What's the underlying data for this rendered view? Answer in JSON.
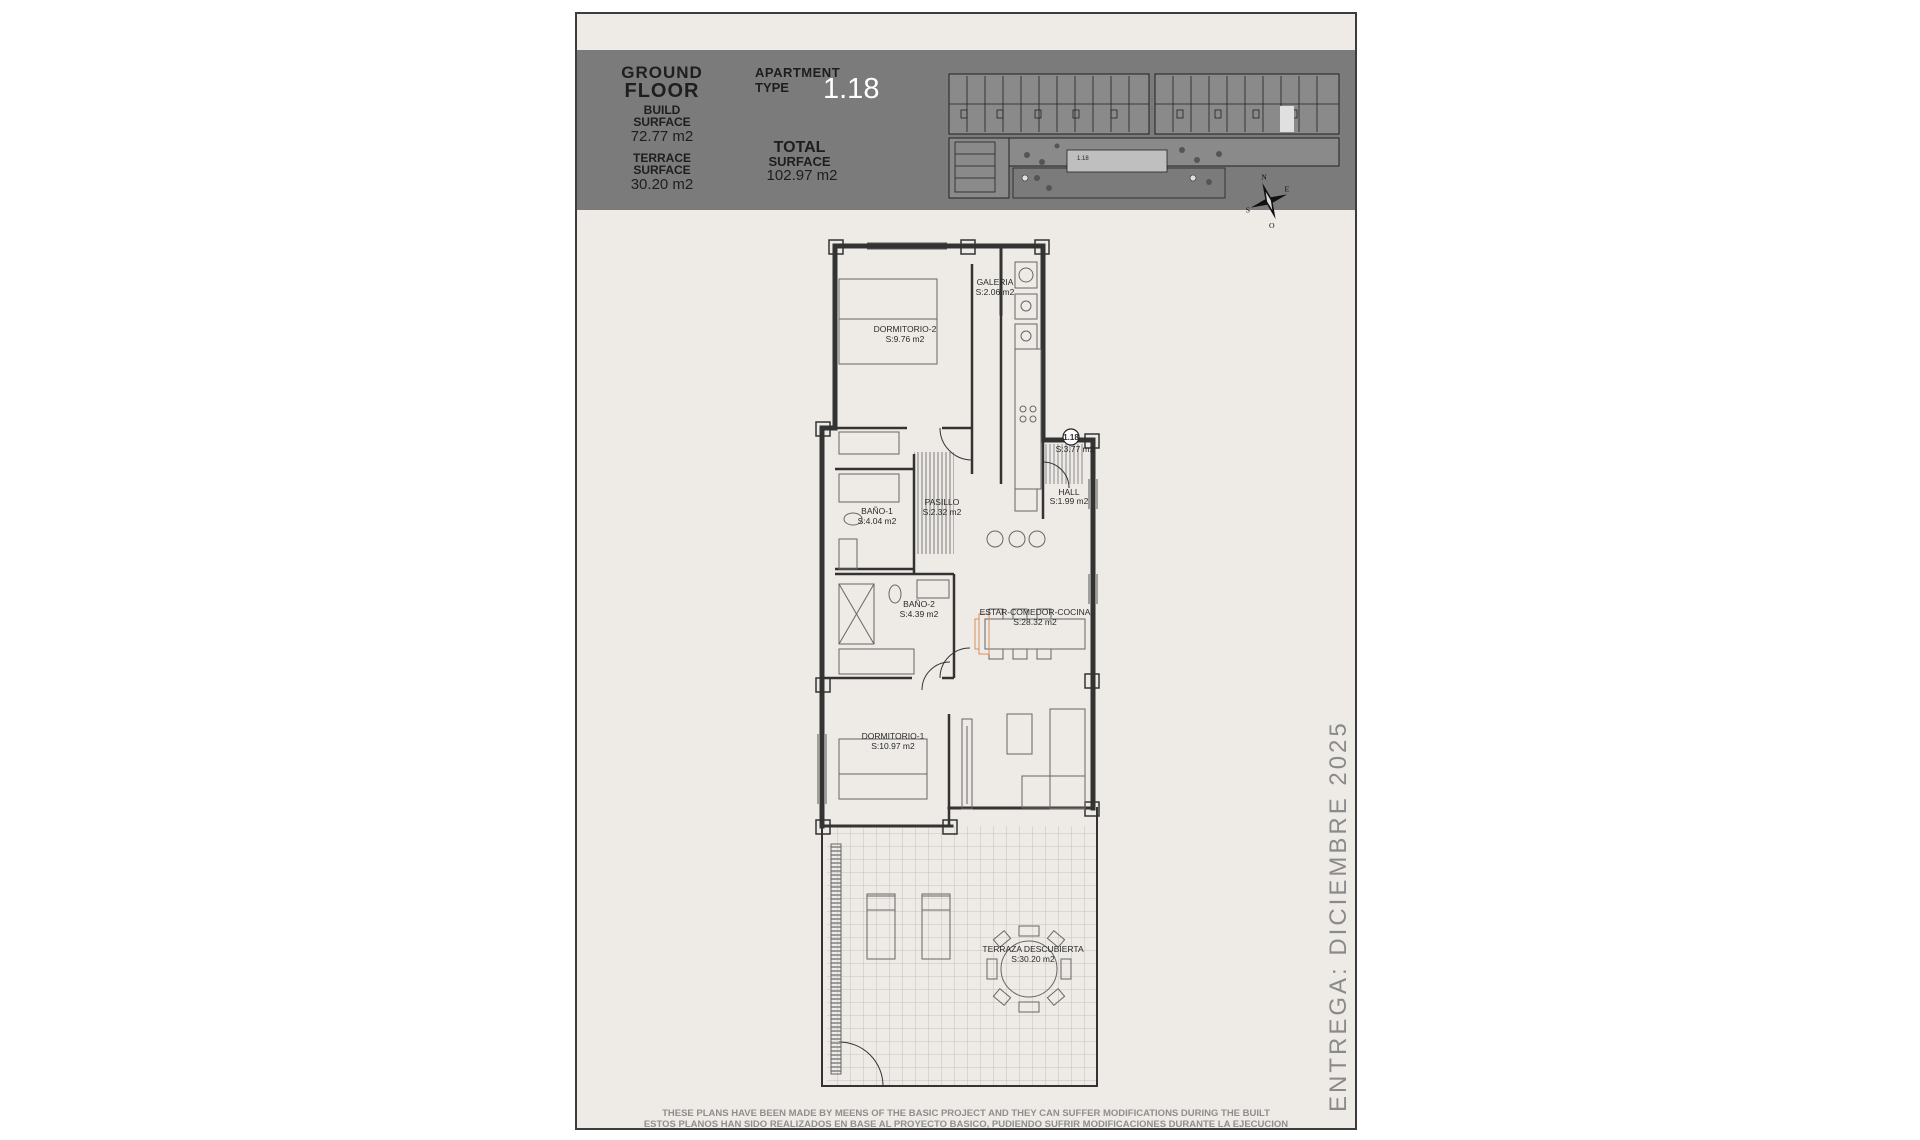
{
  "header": {
    "floor_line1": "GROUND",
    "floor_line2": "FLOOR",
    "build_line1": "BUILD",
    "build_line2": "SURFACE",
    "build_value": "72.77 m2",
    "terrace_line1": "TERRACE",
    "terrace_line2": "SURFACE",
    "terrace_value": "30.20 m2",
    "apartment_line1": "APARTMENT",
    "apartment_line2": "TYPE",
    "apartment_type": "1.18",
    "total_line1": "TOTAL",
    "total_line2": "SURFACE",
    "total_value": "102.97 m2"
  },
  "compass": {
    "n": "N",
    "s": "S",
    "e": "E",
    "o": "O"
  },
  "site_plan": {
    "unit_label": "1.18"
  },
  "rooms": {
    "galeria": {
      "name": "GALERIA",
      "area": "S:2.06 m2"
    },
    "dormitorio2": {
      "name": "DORMITORIO-2",
      "area": "S:9.76 m2"
    },
    "unit_tag": "1.18",
    "entry_area": "S:3.77 m2",
    "hall": {
      "name": "HALL",
      "area": "S:1.99 m2"
    },
    "bano1": {
      "name": "BAÑO-1",
      "area": "S:4.04 m2"
    },
    "pasillo": {
      "name": "PASILLO",
      "area": "S:2.32 m2"
    },
    "bano2": {
      "name": "BAÑO-2",
      "area": "S:4.39 m2"
    },
    "estar": {
      "name": "ESTAR-COMEDOR-COCINA",
      "area": "S:28.32 m2"
    },
    "dormitorio1": {
      "name": "DORMITORIO-1",
      "area": "S:10.97 m2"
    },
    "terraza": {
      "name": "TERRAZA DESCUBIERTA",
      "area": "S:30.20 m2"
    }
  },
  "delivery": "ENTREGA: DICIEMBRE 2025",
  "disclaimer": {
    "en": "THESE PLANS HAVE BEEN MADE BY MEENS OF THE BASIC PROJECT AND THEY CAN SUFFER MODIFICATIONS DURING THE BUILT",
    "es": "ESTOS PLANOS HAN SIDO REALIZADOS EN BASE AL PROYECTO BASICO, PUDIENDO SUFRIR MODIFICACIONES DURANTE LA EJECUCION"
  },
  "colors": {
    "sheet": "#eeebe6",
    "header": "#7b7b7b",
    "wall": "#333333",
    "highlight": "#d98c5f"
  }
}
